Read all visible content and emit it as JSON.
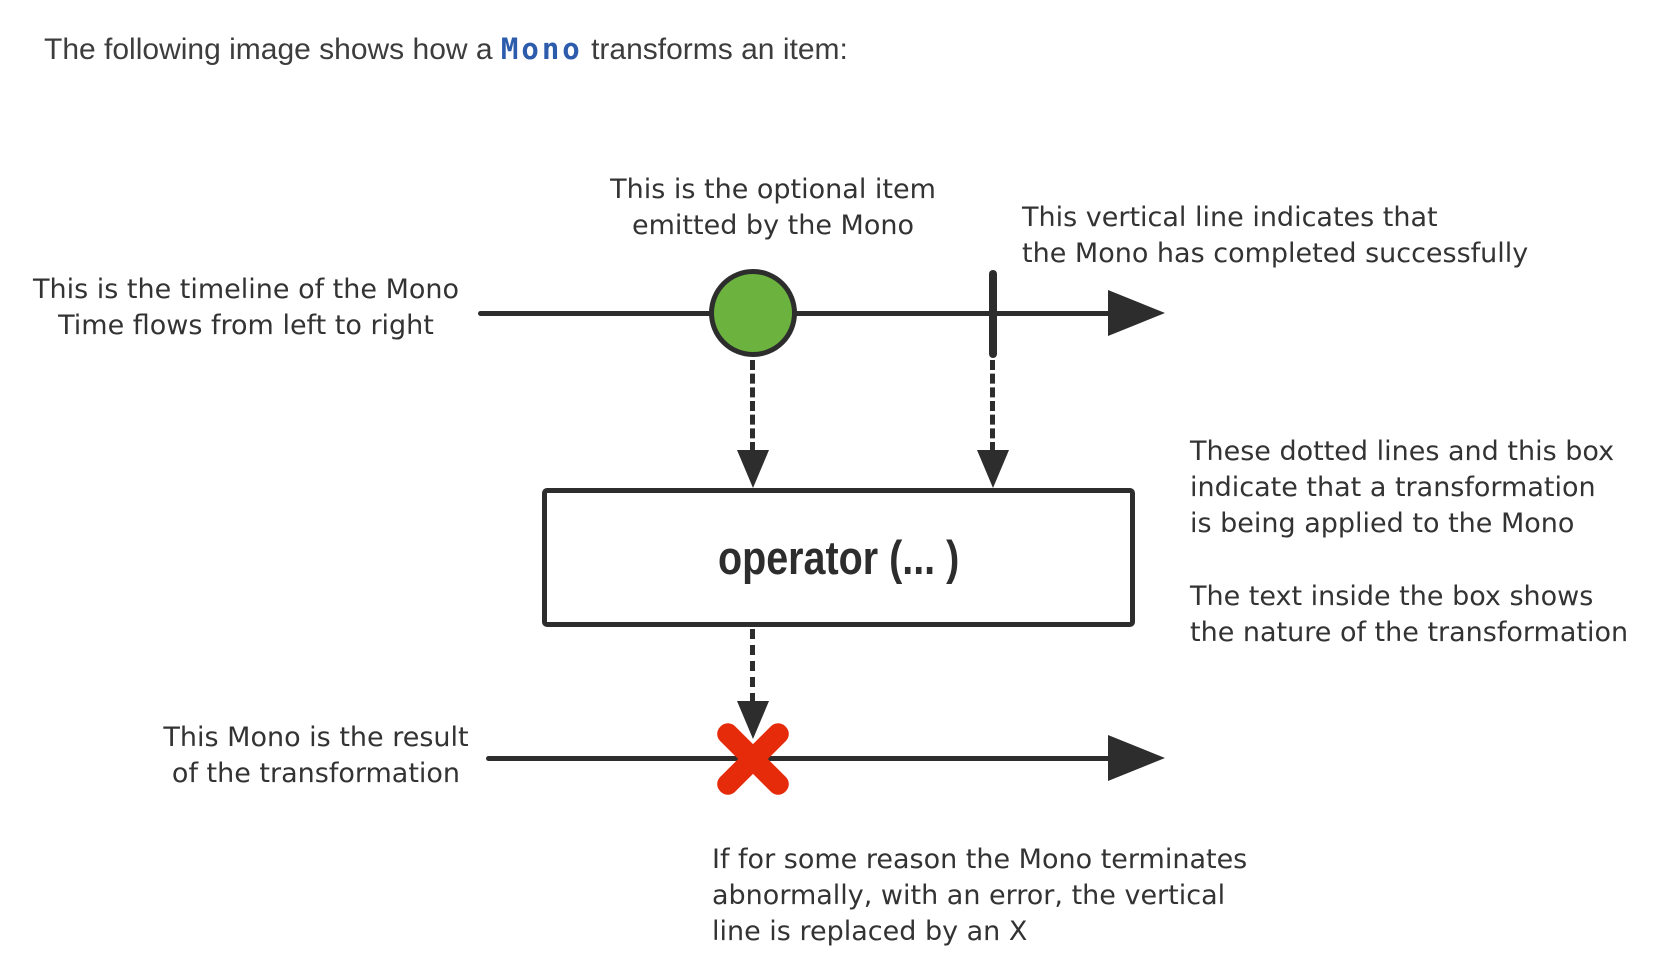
{
  "intro": {
    "prefix": "The following image shows how a ",
    "code": "Mono",
    "suffix": " transforms an item:"
  },
  "diagram": {
    "optional_item_label": "This is the optional item\nemitted by the Mono",
    "completed_label": "This vertical line indicates that\nthe Mono has completed successfully",
    "timeline_label": "This is the timeline of the Mono\nTime flows from left to right",
    "operator_box_label": "operator (... )",
    "transformation_note": "These dotted lines and this box\nindicate that a transformation\nis being applied to the Mono",
    "box_text_note": "The text inside the box shows\nthe nature of the transformation",
    "result_label": "This Mono is the result\nof the transformation",
    "error_note": "If for some reason the Mono terminates\nabnormally, with an error, the vertical\nline is replaced by an X",
    "icons": {
      "item": "green-item-dot-icon",
      "complete": "complete-vertical-line-icon",
      "timeline_arrow": "arrow-right-icon",
      "transform_arrow": "dashed-arrow-down-icon",
      "error": "error-x-icon"
    }
  },
  "colors": {
    "text": "#333333",
    "line": "#2d2d2d",
    "item_green": "#6bb23e",
    "error_red": "#e62b0a",
    "code_blue": "#2c5cab"
  }
}
